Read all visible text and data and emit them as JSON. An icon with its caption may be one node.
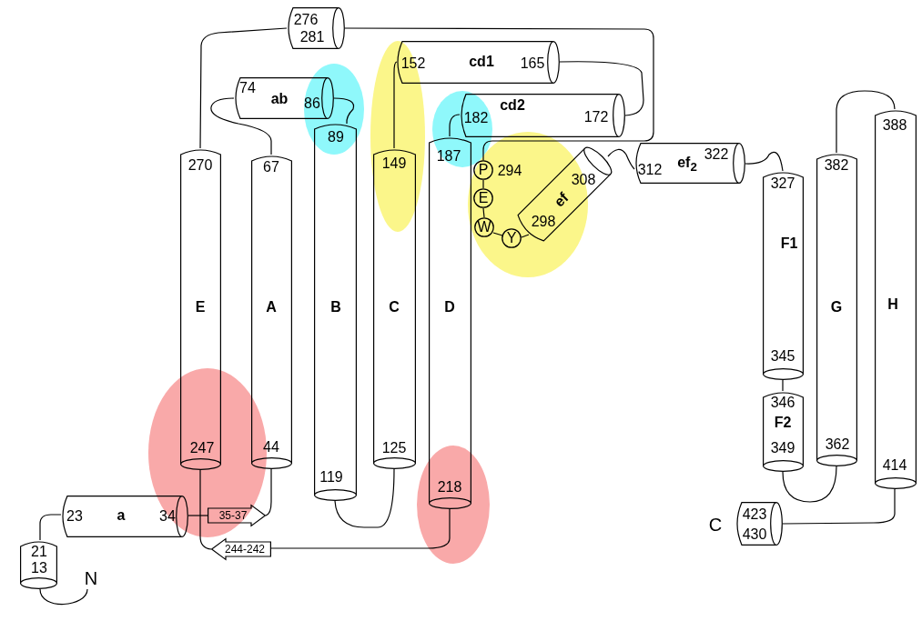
{
  "diagram": {
    "nodes": [
      {
        "text": [
          "N"
        ]
      },
      {
        "text": [
          "21",
          "13"
        ]
      },
      {
        "text": [
          "23",
          "a",
          "34"
        ]
      },
      {
        "text": [
          "35-37"
        ]
      },
      {
        "text": [
          "67",
          "A",
          "44"
        ]
      },
      {
        "text": [
          "74",
          "ab",
          "86"
        ]
      },
      {
        "text": [
          "89",
          "B",
          "119"
        ]
      },
      {
        "text": [
          "149",
          "C",
          "125"
        ]
      },
      {
        "text": [
          "152",
          "cd1",
          "165"
        ]
      },
      {
        "text": [
          "182",
          "cd2",
          "172"
        ]
      },
      {
        "text": [
          "187",
          "D",
          "218"
        ]
      },
      {
        "text": [
          "244-242"
        ]
      },
      {
        "text": [
          "270",
          "E",
          "247"
        ]
      },
      {
        "text": [
          "276",
          "281"
        ]
      },
      {
        "text": [
          "P"
        ],
        "beside": [
          "294"
        ]
      },
      {
        "text": [
          "E"
        ]
      },
      {
        "text": [
          "W"
        ]
      },
      {
        "text": [
          "Y"
        ]
      },
      {
        "text": [
          "308",
          "ef",
          "298"
        ]
      },
      {
        "text": [
          "312",
          "ef$_{2}$",
          "322"
        ]
      },
      {
        "text": [
          "327",
          "F1",
          "345"
        ]
      },
      {
        "text": [
          "346",
          "F2",
          "349"
        ]
      },
      {
        "text": [
          "382",
          "G",
          "362"
        ]
      },
      {
        "text": [
          "388",
          "H",
          "414"
        ]
      },
      {
        "text": [
          "423",
          "430"
        ],
        "beside": [
          "C"
        ]
      }
    ],
    "edges": [
      {
        "from": 0,
        "to": 1,
        "arrow": "none"
      },
      {
        "from": 1,
        "to": 2,
        "arrow": "none"
      },
      {
        "from": 2,
        "to": 3,
        "arrow": "none"
      },
      {
        "from": 3,
        "to": 4,
        "arrow": "none"
      },
      {
        "from": 4,
        "to": 5,
        "arrow": "none"
      },
      {
        "from": 5,
        "to": 6,
        "arrow": "none"
      },
      {
        "from": 6,
        "to": 7,
        "arrow": "none"
      },
      {
        "from": 7,
        "to": 8,
        "arrow": "none"
      },
      {
        "from": 8,
        "to": 9,
        "arrow": "none"
      },
      {
        "from": 9,
        "to": 10,
        "arrow": "none"
      },
      {
        "from": 10,
        "to": 11,
        "arrow": "none"
      },
      {
        "from": 11,
        "to": 12,
        "arrow": "none"
      },
      {
        "from": 12,
        "to": 13,
        "arrow": "none"
      },
      {
        "from": 13,
        "to": 14,
        "arrow": "none"
      },
      {
        "from": 14,
        "to": 15,
        "arrow": "none"
      },
      {
        "from": 15,
        "to": 16,
        "arrow": "none"
      },
      {
        "from": 16,
        "to": 17,
        "arrow": "none"
      },
      {
        "from": 17,
        "to": 18,
        "arrow": "none"
      },
      {
        "from": 18,
        "to": 19,
        "arrow": "none"
      },
      {
        "from": 19,
        "to": 20,
        "arrow": "none"
      },
      {
        "from": 20,
        "to": 21,
        "arrow": "none"
      },
      {
        "from": 21,
        "to": 22,
        "arrow": "none"
      },
      {
        "from": 22,
        "to": 23,
        "arrow": "none"
      },
      {
        "from": 23,
        "to": 24,
        "arrow": "none"
      }
    ]
  }
}
